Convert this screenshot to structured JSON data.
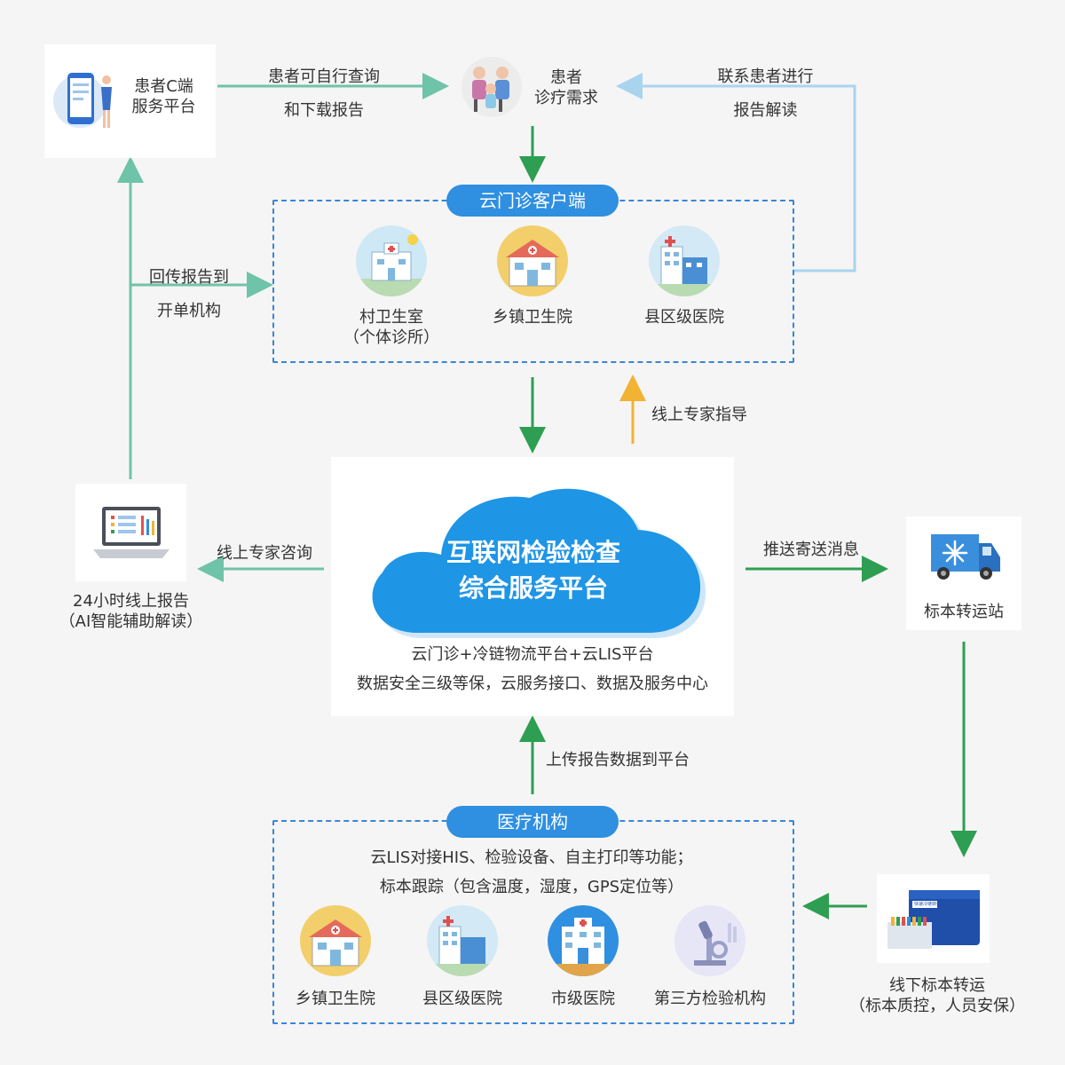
{
  "patient_portal": {
    "line1": "患者C端",
    "line2": "服务平台"
  },
  "patient_need": {
    "line1": "患者",
    "line2": "诊疗需求"
  },
  "edge_query": {
    "line1": "患者可自行查询",
    "line2": "和下载报告"
  },
  "edge_contact": {
    "line1": "联系患者进行",
    "line2": "报告解读"
  },
  "edge_return": {
    "line1": "回传报告到",
    "line2": "开单机构"
  },
  "cloud_clinic": {
    "title": "云门诊客户端",
    "items": [
      {
        "label": "村卫生室",
        "sub": "（个体诊所）"
      },
      {
        "label": "乡镇卫生院"
      },
      {
        "label": "县区级医院"
      }
    ]
  },
  "edge_expert_guidance": "线上专家指导",
  "platform": {
    "title_line1": "互联网检验检查",
    "title_line2": "综合服务平台",
    "desc1": "云门诊+冷链物流平台+云LIS平台",
    "desc2": "数据安全三级等保，云服务接口、数据及服务中心"
  },
  "edge_consult": "线上专家咨询",
  "report_24h": {
    "line1": "24小时线上报告",
    "line2": "（AI智能辅助解读）"
  },
  "edge_push": "推送寄送消息",
  "transfer_station": {
    "label": "标本转运站"
  },
  "edge_upload": "上传报告数据到平台",
  "medical_org": {
    "title": "医疗机构",
    "desc1": "云LIS对接HIS、检验设备、自主打印等功能；",
    "desc2": "标本跟踪（包含温度，湿度，GPS定位等）",
    "items": [
      {
        "label": "乡镇卫生院"
      },
      {
        "label": "县区级医院"
      },
      {
        "label": "市级医院"
      },
      {
        "label": "第三方检验机构"
      }
    ]
  },
  "offline_transfer": {
    "line1": "线下标本转运",
    "line2": "（标本质控，人员安保）"
  },
  "box_label": "快速冷链转运箱",
  "colors": {
    "green": "#2e9e52",
    "teal": "#6fc3a8",
    "lightblue": "#a9d4ee",
    "orange": "#f2b233",
    "blue": "#2f8fe0"
  }
}
